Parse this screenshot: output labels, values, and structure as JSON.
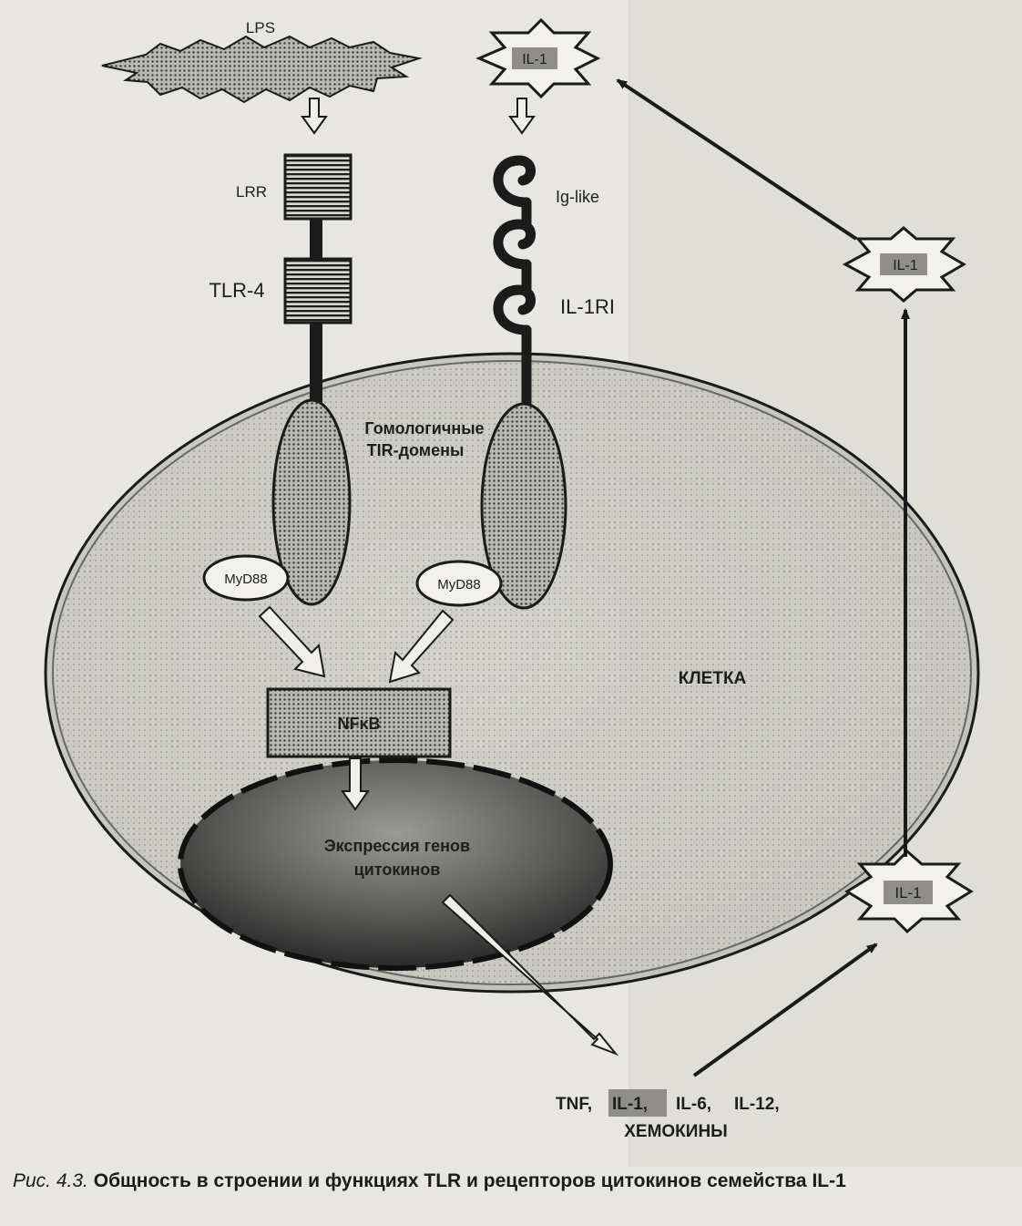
{
  "labels": {
    "lps": "LPS",
    "il1_top": "IL-1",
    "lrr": "LRR",
    "tlr4": "TLR-4",
    "ig_like": "Ig-like",
    "il1ri": "IL-1RI",
    "tir_line1": "Гомологичные",
    "tir_line2": "TIR-домены",
    "myd88_left": "MyD88",
    "myd88_right": "MyD88",
    "cell": "КЛЕТКА",
    "nfkb": "NFκB",
    "expr_line1": "Экспрессия генов",
    "expr_line2": "цитокинов",
    "il1_mid": "IL-1",
    "il1_low": "IL-1",
    "out_tnf": "TNF,",
    "out_il1": "IL-1,",
    "out_il6": "IL-6,",
    "out_il12": "IL-12,",
    "out_chemokines": "ХЕМОКИНЫ"
  },
  "caption": {
    "figure_ref": "Рис. 4.3.",
    "text": "Общность в строении и функциях TLR и рецепторов цитокинов семейства IL-1"
  }
}
